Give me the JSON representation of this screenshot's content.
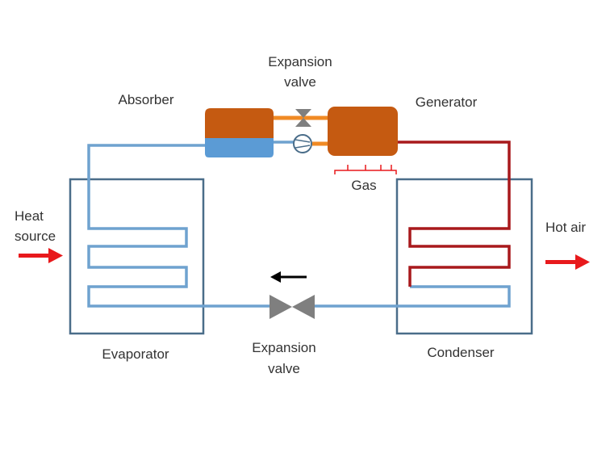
{
  "labels": {
    "expansion_valve_top_line1": "Expansion",
    "expansion_valve_top_line2": "valve",
    "absorber": "Absorber",
    "generator": "Generator",
    "gas": "Gas",
    "heat_source_line1": "Heat",
    "heat_source_line2": "source",
    "hot_air": "Hot air",
    "evaporator": "Evaporator",
    "expansion_valve_bottom_line1": "Expansion",
    "expansion_valve_bottom_line2": "valve",
    "condenser": "Condenser"
  },
  "colors": {
    "cold_pipe": "#6fa2cf",
    "hot_pipe": "#a8191c",
    "hx_box": "#4a6d89",
    "tank": "#c55a11",
    "absorber_liquid": "#5b9bd5",
    "orange_pipe": "#f08a24",
    "valve": "#7f7f7f",
    "red_arrow": "#e8191c",
    "flow_arrow": "#000000"
  }
}
